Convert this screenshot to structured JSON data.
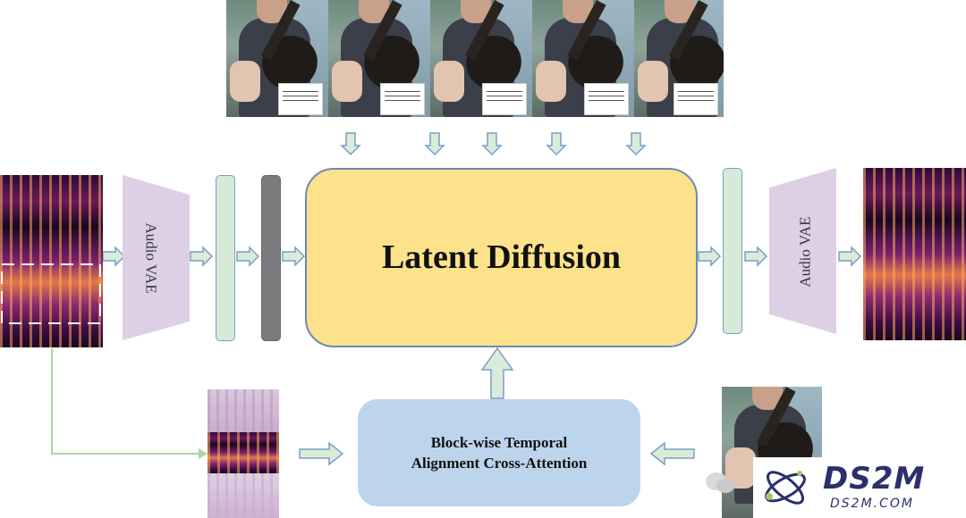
{
  "diagram": {
    "center_block": "Latent Diffusion",
    "encoder_label": "Audio VAE",
    "decoder_label": "Audio VAE",
    "attention_block_line1": "Block-wise Temporal",
    "attention_block_line2": "Alignment Cross-Attention"
  },
  "colors": {
    "latent_fill": "#fce28a",
    "latent_border": "#6f87b8",
    "vae_fill": "#ddd0e6",
    "latent_bar_fill": "#d6ead8",
    "latent_bar_border": "#7a9ec4",
    "dark_bar_fill": "#7b7b7b",
    "attention_fill": "#bcd4ec",
    "arrow_fill": "#d9ecd9",
    "arrow_stroke": "#7a9ec4",
    "connector_line": "#a9d6a1"
  },
  "watermark": {
    "brand": "DS2M",
    "domain": "DS2M.COM"
  }
}
